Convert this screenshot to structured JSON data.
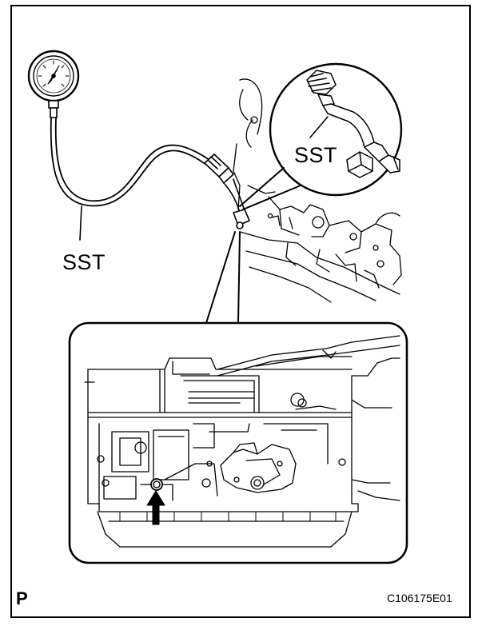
{
  "diagram": {
    "labels": {
      "sst_gauge": "SST",
      "sst_fitting": "SST",
      "corner_mark": "P",
      "figure_id": "C106175E01"
    },
    "colors": {
      "line": "#000000",
      "background": "#ffffff"
    },
    "icons": [
      "pressure-gauge-icon",
      "arrow-up-icon"
    ]
  }
}
